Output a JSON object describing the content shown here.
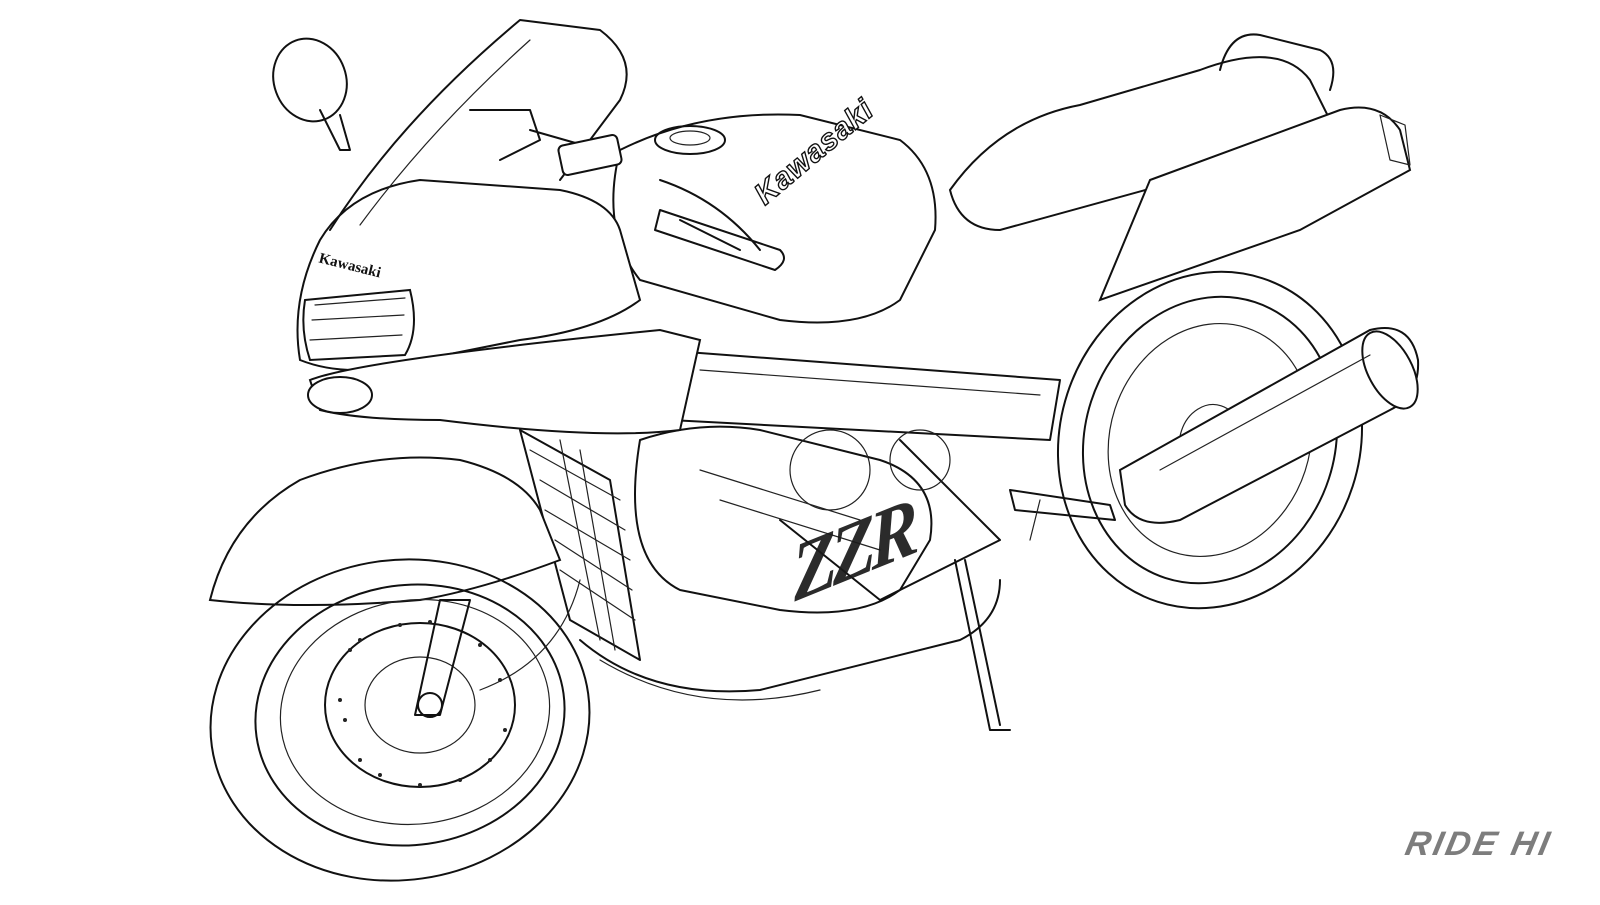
{
  "image": {
    "subject": "Line-art cutaway illustration of a Kawasaki sport motorcycle",
    "background_color": "#ffffff",
    "line_color": "#111111"
  },
  "labels": {
    "tank_brand": "Kawasaki",
    "fairing_brand": "Kawasaki",
    "model_badge": "ZZR"
  },
  "watermark": {
    "text": "RIDE HI",
    "color": "#7d7d7d"
  }
}
